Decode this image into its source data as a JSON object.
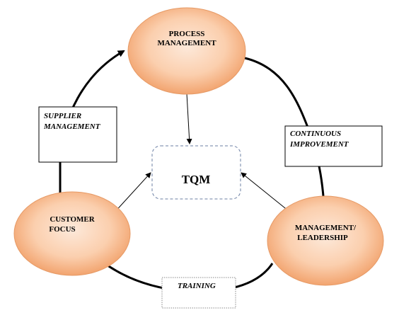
{
  "center": {
    "label": "TQM"
  },
  "nodes": {
    "process": {
      "line1": "PROCESS",
      "line2": "MANAGEMENT"
    },
    "leadership": {
      "line1": "MANAGEMENT/",
      "line2": "LEADERSHIP"
    },
    "customer": {
      "line1": "CUSTOMER",
      "line2": "FOCUS"
    }
  },
  "edge_labels": {
    "supplier": {
      "line1": "SUPPLIER",
      "line2": "MANAGEMENT"
    },
    "continuous": {
      "line1": "CONTINUOUS",
      "line2": "IMPROVEMENT"
    },
    "training": {
      "line1": "TRAINING"
    }
  },
  "colors": {
    "ellipse_center": "#fde5d3",
    "ellipse_edge": "#f3a877",
    "dashed_border": "#6b7fa3"
  }
}
